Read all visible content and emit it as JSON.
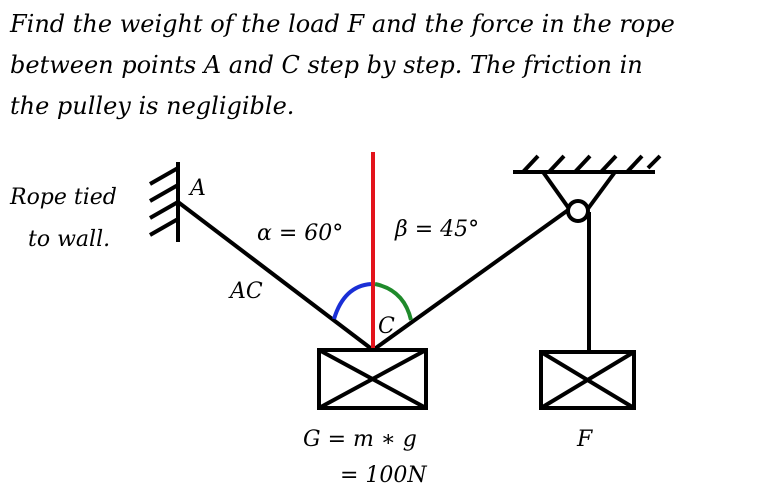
{
  "problem": {
    "lines": [
      "Find the weight of the load F and the force in the rope",
      "between points A and C step by step. The friction in",
      "the pulley is negligible."
    ]
  },
  "labels": {
    "wall_note_line1": "Rope tied",
    "wall_note_line2": "to wall.",
    "point_a": "A",
    "point_c": "C",
    "rope_ac": "AC",
    "alpha": "α = 60°",
    "beta": "β = 45°",
    "weight_g_line1": "G = m ∗ g",
    "weight_g_line2": "= 100N",
    "load_f": "F"
  },
  "colors": {
    "vertical_line": "#e3131b",
    "alpha_arc": "#1a2fd6",
    "beta_arc": "#1f8a2b",
    "ink": "#000000"
  }
}
